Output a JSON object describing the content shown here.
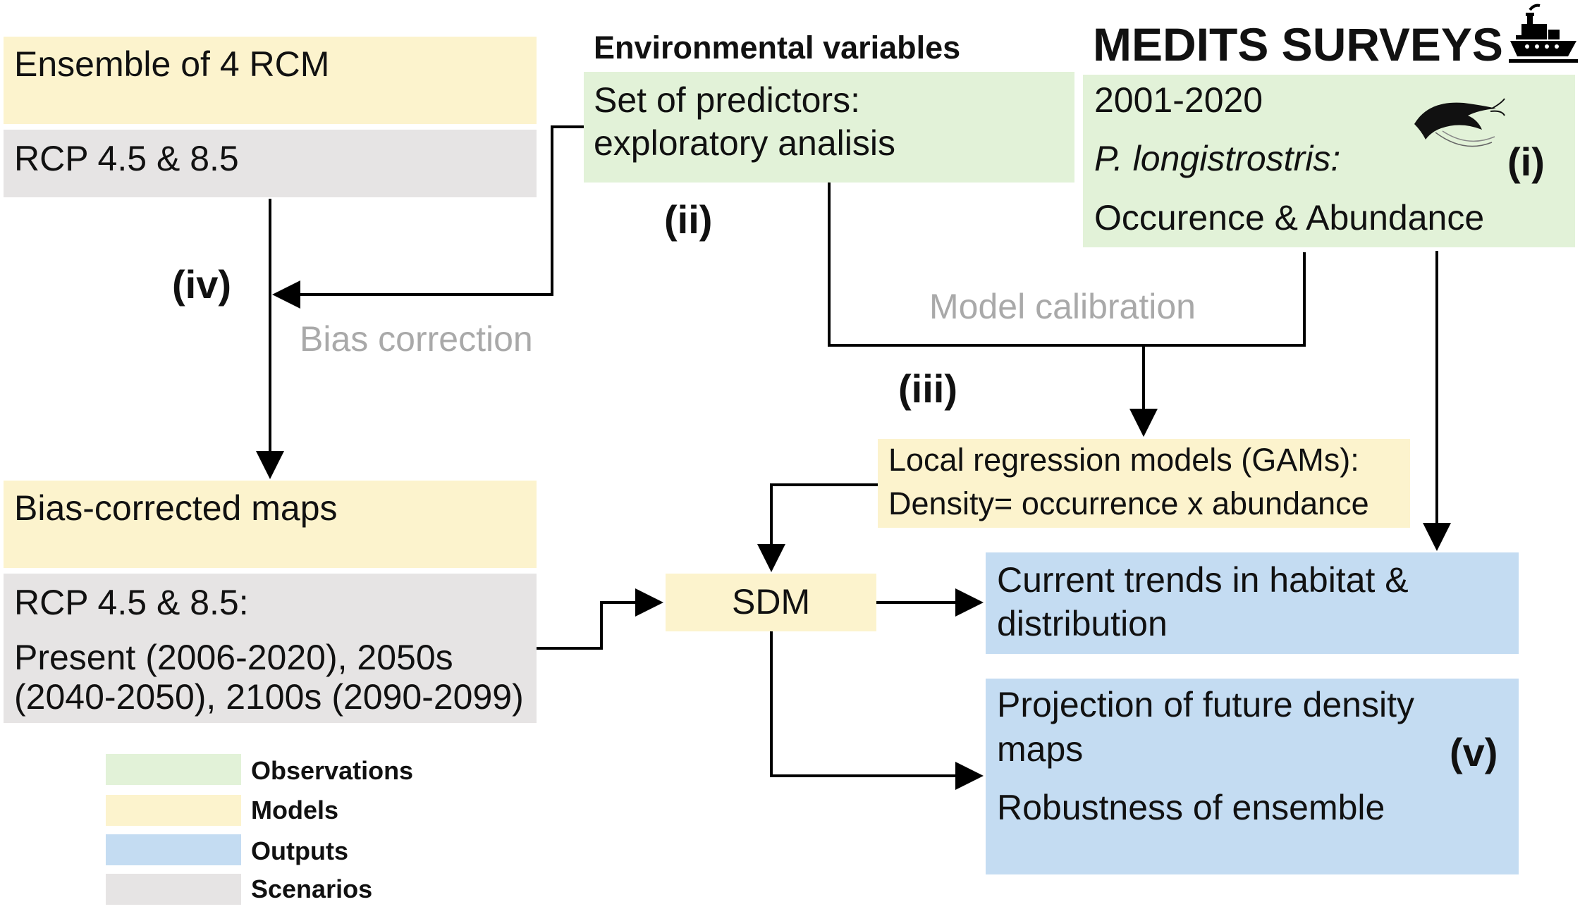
{
  "rcm": {
    "title": "Ensemble of 4 RCM",
    "scenario": "RCP 4.5 & 8.5"
  },
  "env": {
    "heading": "Environmental variables",
    "line1": "Set of predictors:",
    "line2": "exploratory analisis"
  },
  "medits": {
    "heading": "MEDITS SURVEYS",
    "years": "2001-2020",
    "species": "P. longistrostris:",
    "metric": "Occurence & Abundance"
  },
  "labels": {
    "i": "(i)",
    "ii": "(ii)",
    "iii": "(iii)",
    "iv": "(iv)",
    "v": "(v)"
  },
  "edges": {
    "bias_correction": "Bias correction",
    "model_calibration": "Model calibration"
  },
  "gam": {
    "line1": "Local regression models (GAMs):",
    "line2": "Density= occurrence x abundance"
  },
  "bias_maps": {
    "title": "Bias-corrected maps",
    "scenario": "RCP 4.5 & 8.5:",
    "periods1": "Present (2006-2020), 2050s",
    "periods2": "(2040-2050), 2100s (2090-2099)"
  },
  "sdm": {
    "label": "SDM"
  },
  "outputs": {
    "current1": "Current trends in habitat &",
    "current2": "distribution",
    "future1": "Projection of future density",
    "future2": "maps",
    "robust": "Robustness of ensemble"
  },
  "legend": {
    "items": [
      {
        "label": "Observations",
        "color": "#e2f2d8"
      },
      {
        "label": "Models",
        "color": "#fcf3cd"
      },
      {
        "label": "Outputs",
        "color": "#c4dcf2"
      },
      {
        "label": "Scenarios",
        "color": "#e6e4e4"
      }
    ]
  },
  "icons": [
    "ship-icon",
    "shrimp-icon"
  ]
}
